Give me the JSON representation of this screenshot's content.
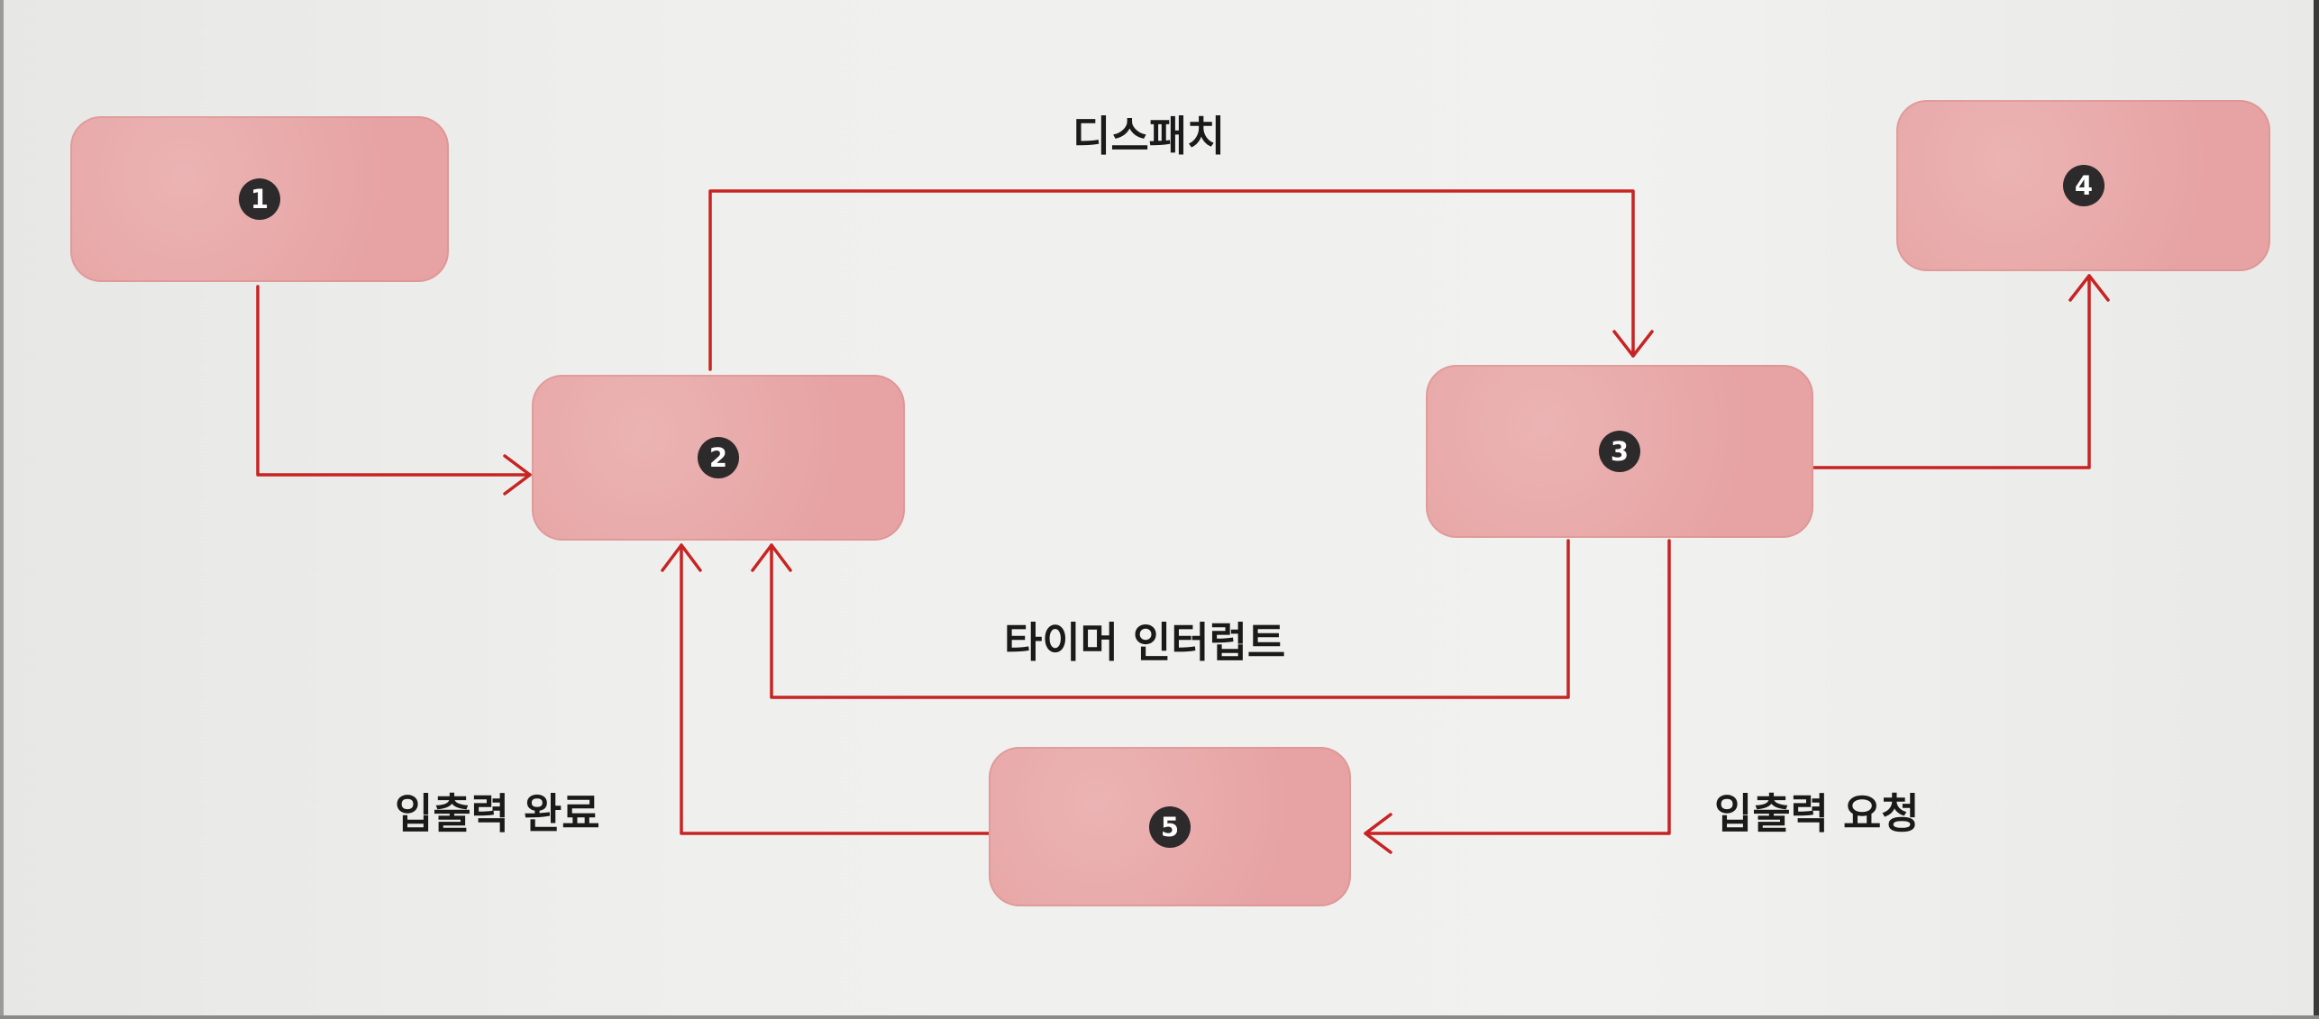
{
  "colors": {
    "box_fill": "#e7a3a3",
    "arrow": "#c82323",
    "badge": "#2c2a2a",
    "text": "#1a1a1a"
  },
  "nodes": [
    {
      "id": "1"
    },
    {
      "id": "2"
    },
    {
      "id": "3"
    },
    {
      "id": "4"
    },
    {
      "id": "5"
    }
  ],
  "edges": [
    {
      "from": "1",
      "to": "2"
    },
    {
      "from": "2",
      "to": "3",
      "label": "디스패치"
    },
    {
      "from": "3",
      "to": "2",
      "label": "타이머 인터럽트"
    },
    {
      "from": "3",
      "to": "4"
    },
    {
      "from": "3",
      "to": "5",
      "label": "입출력 요청"
    },
    {
      "from": "5",
      "to": "2",
      "label": "입출력 완료"
    }
  ]
}
